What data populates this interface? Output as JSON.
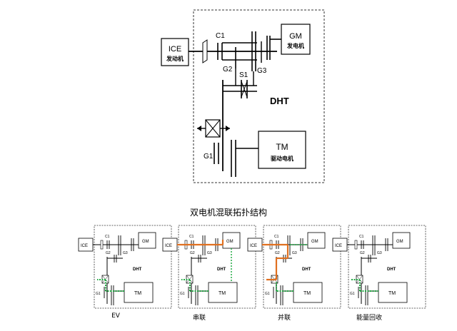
{
  "title": "双电机混联拓扑结构",
  "main_diagram": {
    "ice_label": "ICE",
    "ice_sub": "发动机",
    "gm_label": "GM",
    "gm_sub": "发电机",
    "tm_label": "TM",
    "tm_sub": "驱动电机",
    "dht_label": "DHT",
    "c1_label": "C1",
    "g2_label": "G2",
    "g3_label": "G3",
    "s1_label": "S1",
    "g1_label": "G1"
  },
  "modes": [
    {
      "label": "EV",
      "path_color": "#22aa44",
      "gm_path_color": ""
    },
    {
      "label": "串联",
      "path_color": "#e07020",
      "gm_path_color": "#22aa44"
    },
    {
      "label": "并联",
      "path_color": "#e07020",
      "gm_path_color": "#22aa44"
    },
    {
      "label": "能量回收",
      "path_color": "#22aa44",
      "gm_path_color": ""
    }
  ],
  "colors": {
    "line": "#000000",
    "dash": "#333333",
    "orange": "#e07020",
    "green": "#22aa44"
  }
}
